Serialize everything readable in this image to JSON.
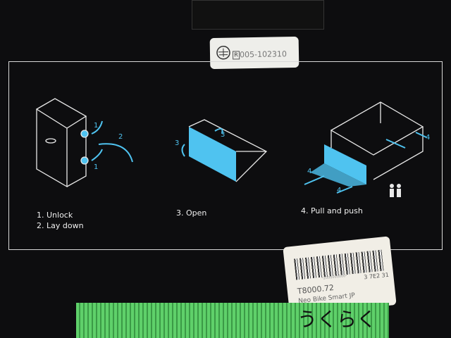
{
  "certification_label": {
    "registration_prefix": "R",
    "registration_number": "005-102310"
  },
  "instructions": {
    "step1": "1. Unlock",
    "step2": "2. Lay down",
    "step3": "3. Open",
    "step4": "4. Pull and push",
    "markers": {
      "one": "1",
      "two": "2",
      "three": "3",
      "four": "4"
    }
  },
  "product_label": {
    "barcode_small": "*2000000000*",
    "batch": "3 7E2 31",
    "model": "T8000.72",
    "product_name": "Neo Bike Smart JP"
  },
  "tape_handwriting": "うくらく",
  "colors": {
    "accent_blue": "#4fc3f0",
    "tape_green": "#5fd06a"
  }
}
